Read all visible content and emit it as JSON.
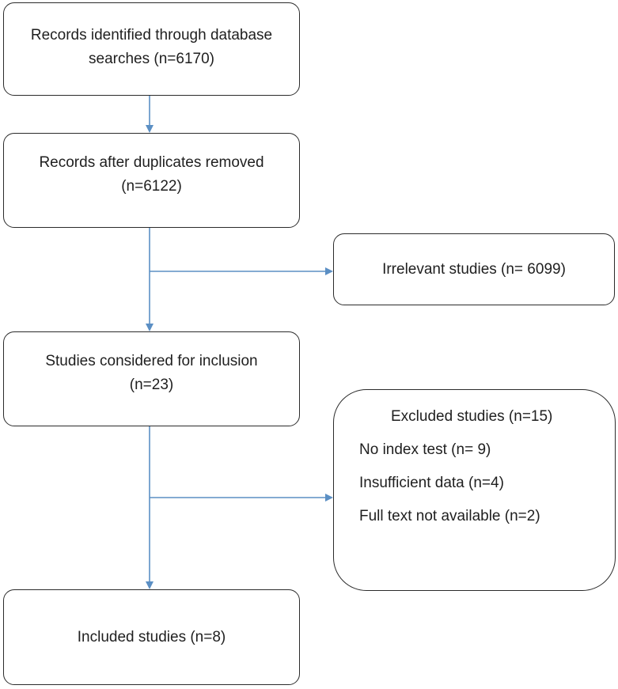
{
  "flow": {
    "identified": {
      "line1": "Records identified through database",
      "line2": "searches (n=6170)"
    },
    "deduplicated": {
      "line1": "Records after duplicates removed",
      "line2": "(n=6122)"
    },
    "irrelevant": {
      "label": "Irrelevant studies (n= 6099)"
    },
    "considered": {
      "line1": "Studies considered for inclusion",
      "line2": "(n=23)"
    },
    "excluded": {
      "title": "Excluded studies (n=15)",
      "reasons": [
        "No index test (n= 9)",
        "Insufficient data (n=4)",
        "Full text not available (n=2)"
      ]
    },
    "included": {
      "label": "Included studies (n=8)"
    }
  },
  "colors": {
    "arrow": "#5b8fc4",
    "border": "#2b2b2b"
  }
}
